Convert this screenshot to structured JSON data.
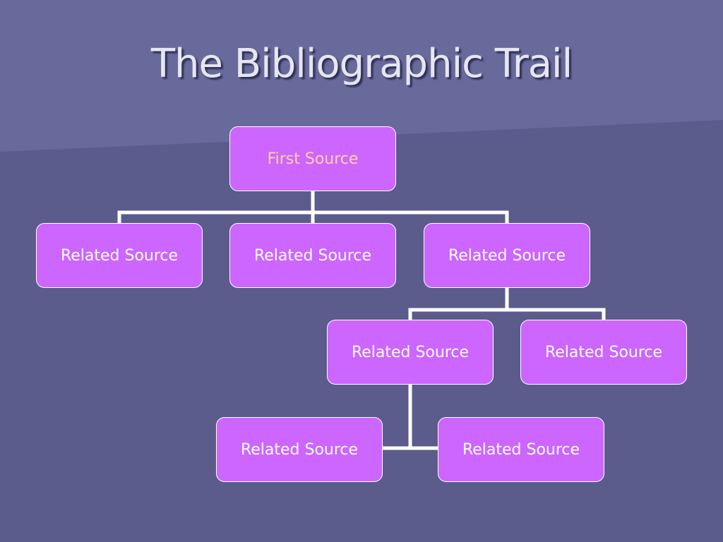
{
  "slide": {
    "title": "The Bibliographic Trail"
  },
  "diagram": {
    "root": {
      "label": "First Source"
    },
    "level1": [
      {
        "label": "Related Source"
      },
      {
        "label": "Related Source"
      },
      {
        "label": "Related Source"
      }
    ],
    "level2": [
      {
        "label": "Related Source"
      },
      {
        "label": "Related Source"
      }
    ],
    "level3": [
      {
        "label": "Related Source"
      },
      {
        "label": "Related Source"
      }
    ]
  },
  "colors": {
    "background": "#5b5c8c",
    "node_fill": "#cc66ff",
    "node_border": "#ffffff",
    "root_text": "#ffd0a0",
    "node_text": "#ffffff",
    "connector": "#ffffff"
  }
}
